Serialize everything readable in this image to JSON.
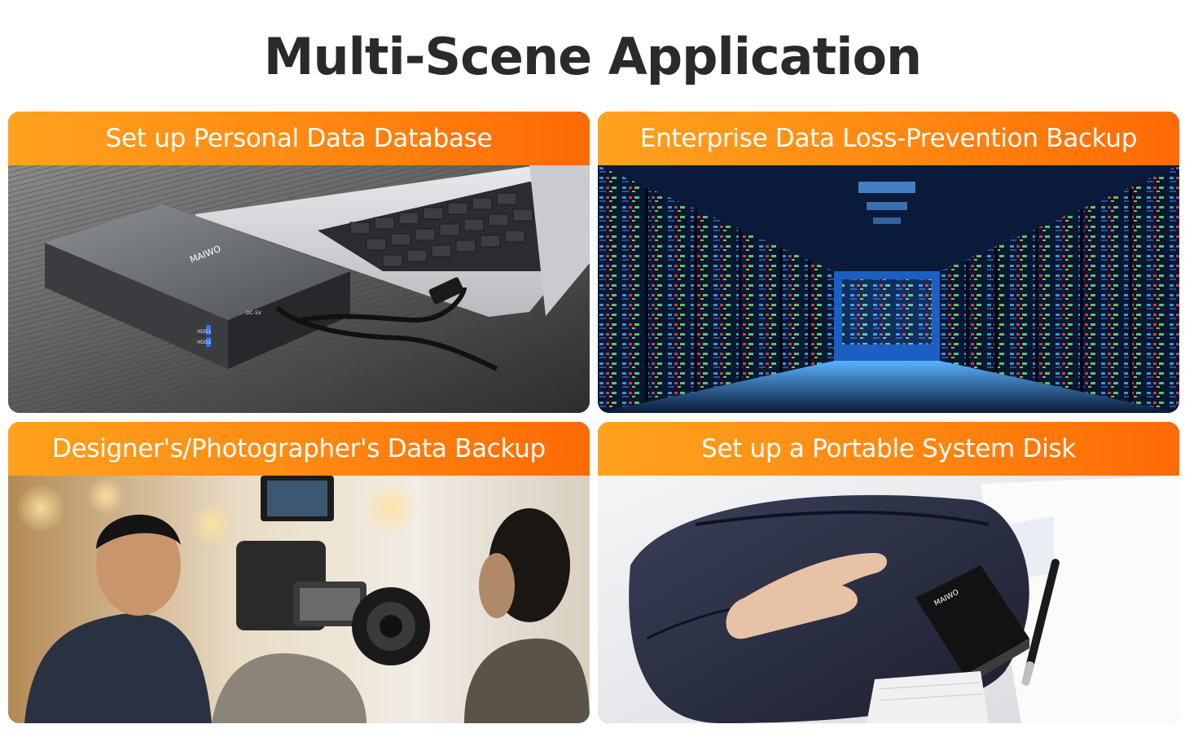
{
  "page": {
    "title": "Multi-Scene Application"
  },
  "cards": [
    {
      "header": "Set up Personal Data Database",
      "scene": "laptop-and-drive-enclosure",
      "device_brand": "MAIWO",
      "port_labels": [
        "HDD1",
        "HDD2",
        "DC-5V"
      ]
    },
    {
      "header": "Enterprise Data Loss-Prevention Backup",
      "scene": "server-room-corridor"
    },
    {
      "header": "Designer's/Photographer's Data Backup",
      "scene": "film-crew-with-camera"
    },
    {
      "header": "Set up a Portable System Disk",
      "scene": "hand-placing-drive-in-bag",
      "device_brand": "MAIWO"
    }
  ],
  "colors": {
    "header_gradient_start": "#ffa21e",
    "header_gradient_end": "#ff6a05",
    "header_text": "#ffffff",
    "title_text": "#2a2a2a",
    "server_glow": "#1e90ff"
  }
}
